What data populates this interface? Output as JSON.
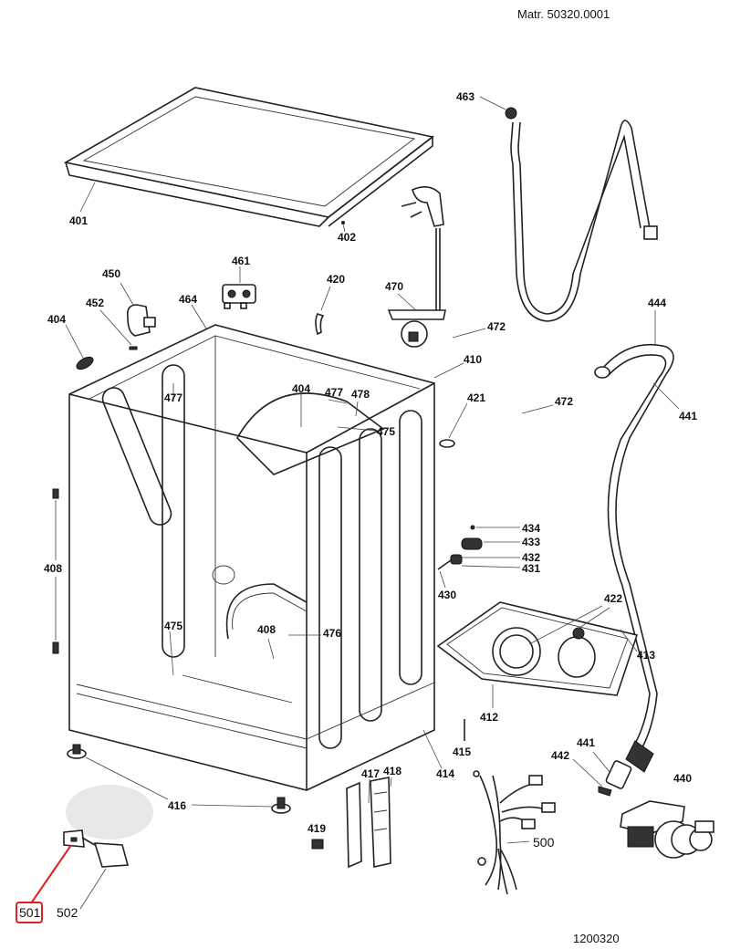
{
  "header": {
    "material_number": "Matr. 50320.0001"
  },
  "footer": {
    "drawing_code": "1200320"
  },
  "highlight": {
    "part": "501",
    "color": "#e02020"
  },
  "parts": {
    "p401": "401",
    "p402": "402",
    "p404a": "404",
    "p404b": "404",
    "p408a": "408",
    "p408b": "408",
    "p410": "410",
    "p412": "412",
    "p413": "413",
    "p414": "414",
    "p415": "415",
    "p416": "416",
    "p417": "417",
    "p418": "418",
    "p419": "419",
    "p420": "420",
    "p421": "421",
    "p422": "422",
    "p430": "430",
    "p431": "431",
    "p432": "432",
    "p433": "433",
    "p434": "434",
    "p440": "440",
    "p441a": "441",
    "p441b": "441",
    "p442": "442",
    "p444": "444",
    "p450": "450",
    "p452": "452",
    "p461": "461",
    "p463": "463",
    "p464": "464",
    "p470": "470",
    "p472a": "472",
    "p472b": "472",
    "p475a": "475",
    "p475b": "475",
    "p476": "476",
    "p477a": "477",
    "p477b": "477",
    "p478": "478",
    "p500": "500",
    "p501": "501",
    "p502": "502"
  }
}
